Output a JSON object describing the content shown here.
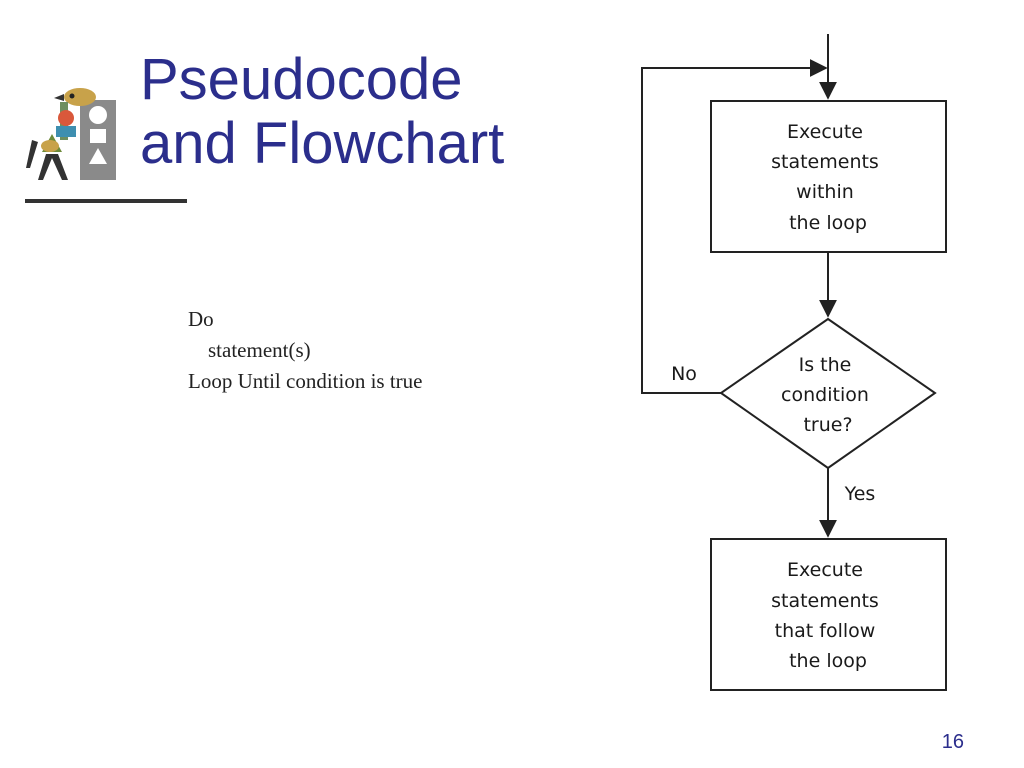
{
  "slide": {
    "title_lines": [
      "Pseudocode",
      "and Flowchart"
    ],
    "page_number": "16"
  },
  "pseudocode": {
    "lines": [
      "Do",
      "statement(s)",
      "Loop Until condition is true"
    ]
  },
  "flowchart": {
    "box_loop_body": [
      "Execute",
      "statements",
      "within",
      "the loop"
    ],
    "decision": [
      "Is the",
      "condition",
      "true?"
    ],
    "label_no": "No",
    "label_yes": "Yes",
    "box_after_loop": [
      "Execute",
      "statements",
      "that follow",
      "the loop"
    ]
  },
  "colors": {
    "title": "#2b2e8c",
    "page_number": "#2b2e8c",
    "flow_lines": "#222222"
  }
}
